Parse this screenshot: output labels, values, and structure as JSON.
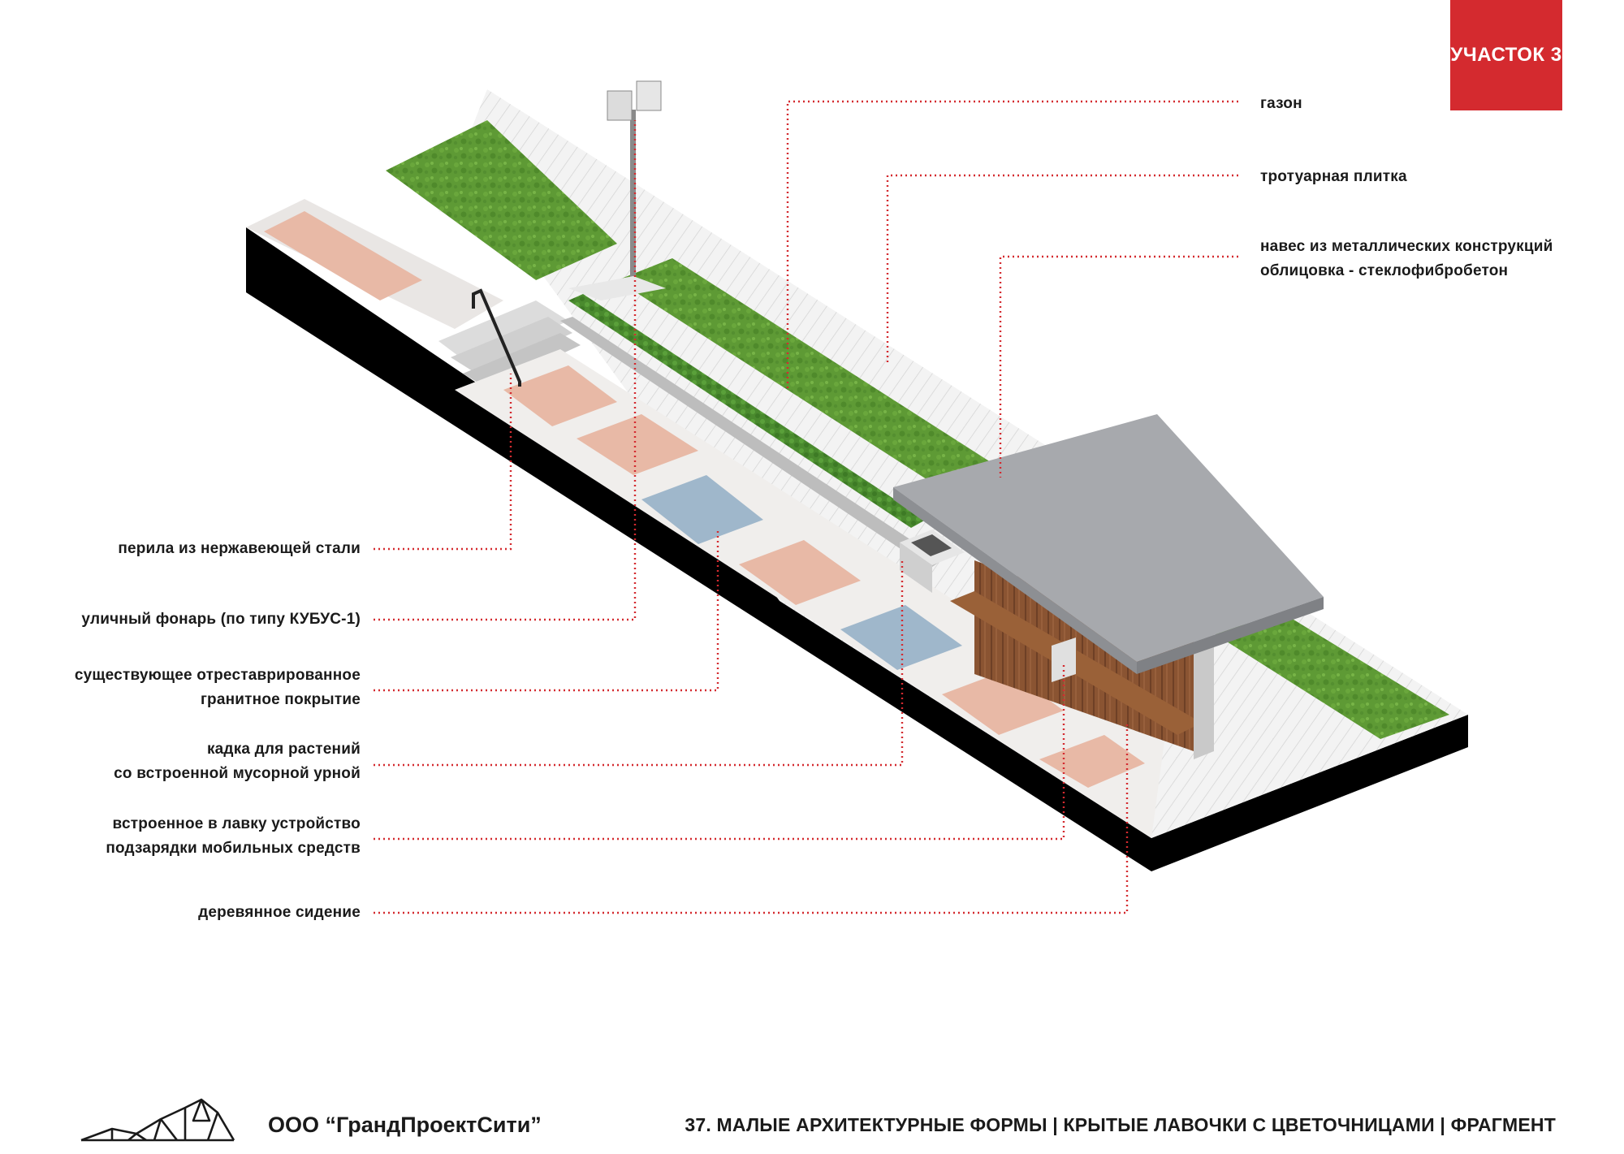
{
  "badge": {
    "text": "УЧАСТОК 3"
  },
  "labels_right": {
    "lawn": "газон",
    "paving": "тротуарная плитка",
    "canopy_line1": "навес из металлических конструкций",
    "canopy_line2": "облицовка - стеклофибробетон"
  },
  "labels_left": {
    "railing": "перила из нержавеющей стали",
    "lamp": "уличный фонарь (по типу КУБУС-1)",
    "granite_line1": "существующее отреставрированное",
    "granite_line2": "гранитное покрытие",
    "planter_line1": "кадка для растений",
    "planter_line2": "со встроенной мусорной урной",
    "charger_line1": "встроенное в лавку устройство",
    "charger_line2": "подзарядки мобильных средств",
    "seat": "деревянное сидение"
  },
  "footer": {
    "company": "ООО “ГрандПроектСити”",
    "title": "37. МАЛЫЕ АРХИТЕКТУРНЫЕ ФОРМЫ | КРЫТЫЕ ЛАВОЧКИ С ЦВЕТОЧНИЦАМИ | ФРАГМЕНТ"
  },
  "colors": {
    "accent": "#d42a2f",
    "leader": "#d42a2f",
    "lawn": "#5e9a35",
    "hedge": "#4a8a2e",
    "granite": "#e8b9a6",
    "canopy": "#a7a9ad",
    "wood": "#8a5432",
    "base": "#000000"
  }
}
